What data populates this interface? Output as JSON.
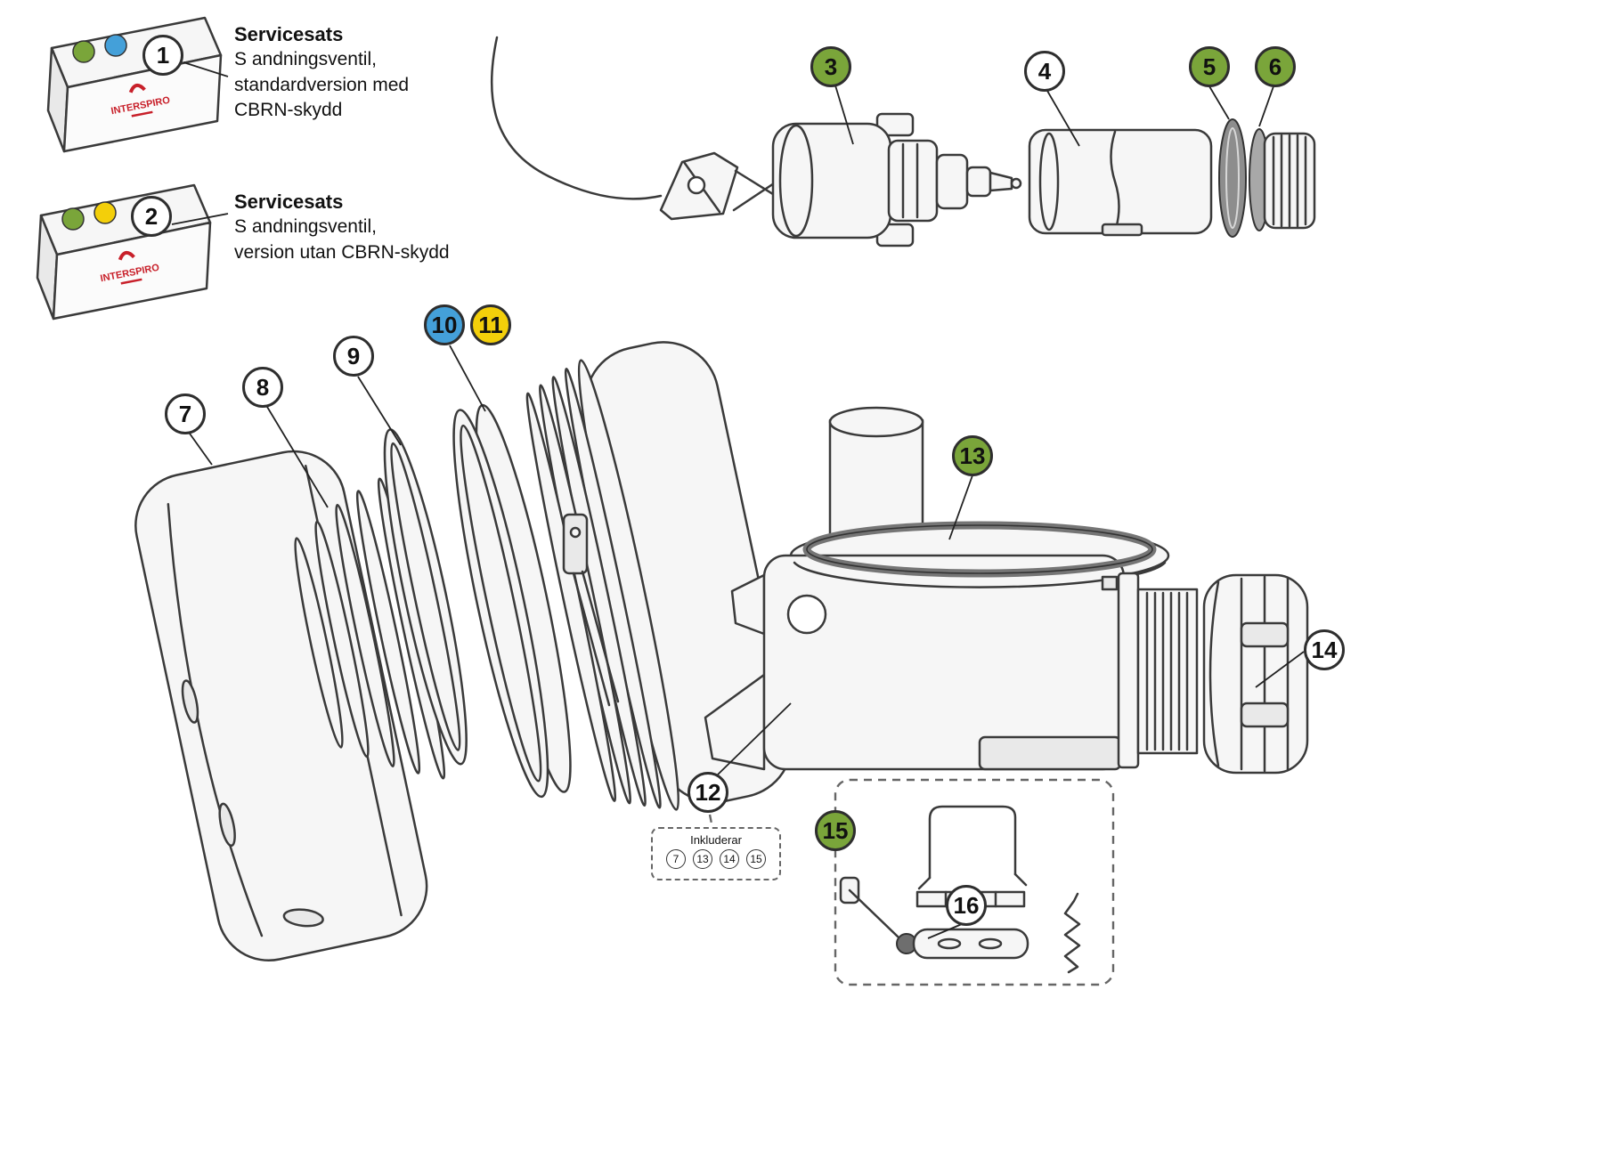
{
  "colors": {
    "green": "#7aa53a",
    "blue": "#44a0d9",
    "yellow": "#f3cf0a",
    "red": "#c8202a",
    "line": "#3a3a3a"
  },
  "kits": [
    {
      "callout": "1",
      "title": "Servicesats",
      "lines": [
        "S andningsventil,",
        "standardversion med",
        "CBRN-skydd"
      ],
      "dots": [
        "green",
        "blue"
      ],
      "brand": "INTERSPIRO"
    },
    {
      "callout": "2",
      "title": "Servicesats",
      "lines": [
        "S andningsventil,",
        "version utan CBRN-skydd"
      ],
      "dots": [
        "green",
        "yellow"
      ],
      "brand": "INTERSPIRO"
    }
  ],
  "callouts": [
    {
      "label": "1",
      "style": "white"
    },
    {
      "label": "2",
      "style": "white"
    },
    {
      "label": "3",
      "style": "green"
    },
    {
      "label": "4",
      "style": "white"
    },
    {
      "label": "5",
      "style": "green"
    },
    {
      "label": "6",
      "style": "green"
    },
    {
      "label": "7",
      "style": "white"
    },
    {
      "label": "8",
      "style": "white"
    },
    {
      "label": "9",
      "style": "white"
    },
    {
      "label": "10",
      "style": "blue"
    },
    {
      "label": "11",
      "style": "yellow"
    },
    {
      "label": "12",
      "style": "white"
    },
    {
      "label": "13",
      "style": "green"
    },
    {
      "label": "14",
      "style": "white"
    },
    {
      "label": "15",
      "style": "green"
    },
    {
      "label": "16",
      "style": "white"
    }
  ],
  "inkluderar": {
    "label": "Inkluderar",
    "items": [
      "7",
      "13",
      "14",
      "15"
    ]
  }
}
